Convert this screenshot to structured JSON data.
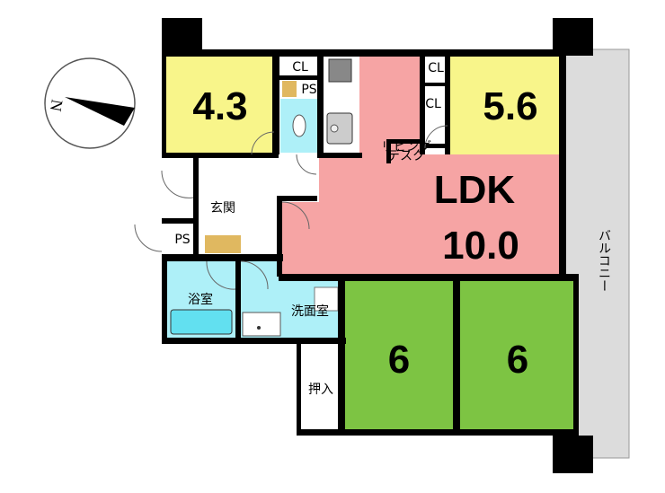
{
  "compass": {
    "north_label": "N"
  },
  "rooms": {
    "western1": {
      "size": "4.3"
    },
    "western2": {
      "size": "5.6"
    },
    "ldk": {
      "name": "LDK",
      "size": "10.0"
    },
    "japanese1": {
      "size": "6"
    },
    "japanese2": {
      "size": "6"
    }
  },
  "labels": {
    "cl": "CL",
    "ps": "PS",
    "entrance": "玄関",
    "bath": "浴室",
    "washroom": "洗面室",
    "closet": "押入",
    "balcony": "バルコニー",
    "living_desk_1": "リビング",
    "living_desk_2": "デスク"
  },
  "colors": {
    "western": "#f8f58a",
    "ldk": "#f6a4a4",
    "japanese": "#7dc443",
    "water": "#aef0f8",
    "tub": "#62e0f0",
    "balcony": "#dcdcdc",
    "storage": "#e0b860"
  }
}
